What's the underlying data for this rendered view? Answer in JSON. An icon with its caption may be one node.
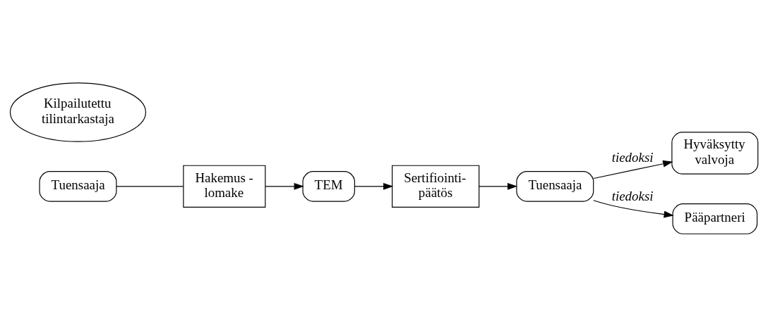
{
  "diagram": {
    "nodes": [
      {
        "text": [
          "Tuensaaja"
        ]
      },
      {
        "text": [
          "Kilpailutettu tilintarkastaja"
        ]
      },
      {
        "text": [
          "Hakemus - lomake"
        ]
      },
      {
        "text": [
          "TEM"
        ]
      },
      {
        "text": [
          "Sertifiointi- päätös"
        ]
      },
      {
        "text": [
          "Tuensaaja"
        ]
      },
      {
        "text": [
          "Hyväksytty valvoja"
        ]
      },
      {
        "text": [
          "Pääpartneri"
        ]
      }
    ],
    "edges": [
      {
        "from": 0,
        "to": 2,
        "arrow": "none"
      },
      {
        "from": 2,
        "to": 3,
        "arrow": "to"
      },
      {
        "from": 3,
        "to": 4,
        "arrow": "to"
      },
      {
        "from": 4,
        "to": 5,
        "arrow": "to"
      },
      {
        "from": 5,
        "to": 6,
        "arrow": "to",
        "label": "tiedoksi"
      },
      {
        "from": 5,
        "to": 7,
        "arrow": "to",
        "label": "tiedoksi"
      }
    ]
  }
}
